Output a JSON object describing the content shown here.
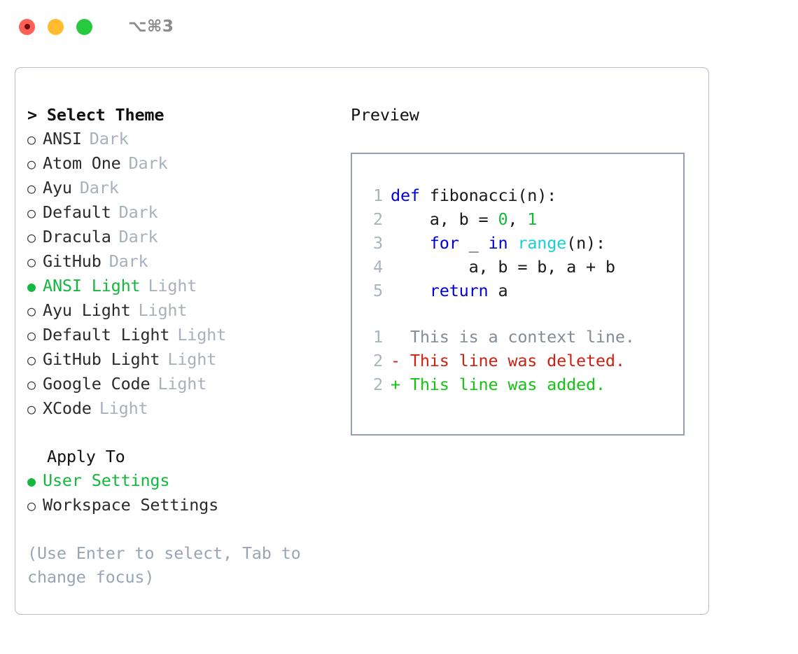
{
  "titlebar": {
    "shortcut": "⌥⌘3",
    "lights": [
      {
        "name": "close",
        "color": "#ff5f57"
      },
      {
        "name": "minimize",
        "color": "#febc2e"
      },
      {
        "name": "maximize",
        "color": "#27c93f"
      }
    ]
  },
  "theme_panel": {
    "heading_caret": "> ",
    "heading": "Select Theme",
    "items": [
      {
        "bullet": "○",
        "label": "ANSI",
        "suffix": "Dark",
        "selected": false
      },
      {
        "bullet": "○",
        "label": "Atom One",
        "suffix": "Dark",
        "selected": false
      },
      {
        "bullet": "○",
        "label": "Ayu",
        "suffix": "Dark",
        "selected": false
      },
      {
        "bullet": "○",
        "label": "Default",
        "suffix": "Dark",
        "selected": false
      },
      {
        "bullet": "○",
        "label": "Dracula",
        "suffix": "Dark",
        "selected": false
      },
      {
        "bullet": "○",
        "label": "GitHub",
        "suffix": "Dark",
        "selected": false
      },
      {
        "bullet": "●",
        "label": "ANSI Light",
        "suffix": "Light",
        "selected": true
      },
      {
        "bullet": "○",
        "label": "Ayu Light",
        "suffix": "Light",
        "selected": false
      },
      {
        "bullet": "○",
        "label": "Default Light",
        "suffix": "Light",
        "selected": false
      },
      {
        "bullet": "○",
        "label": "GitHub Light",
        "suffix": "Light",
        "selected": false
      },
      {
        "bullet": "○",
        "label": "Google Code",
        "suffix": "Light",
        "selected": false
      },
      {
        "bullet": "○",
        "label": "XCode",
        "suffix": "Light",
        "selected": false
      }
    ]
  },
  "apply_to": {
    "heading": "Apply To",
    "items": [
      {
        "bullet": "●",
        "label": "User Settings",
        "selected": true
      },
      {
        "bullet": "○",
        "label": "Workspace Settings",
        "selected": false
      }
    ]
  },
  "hint": "(Use Enter to select, Tab to change focus)",
  "preview": {
    "title": "Preview",
    "code_lines": [
      {
        "no": "1",
        "tokens": [
          {
            "t": "def",
            "c": "kw"
          },
          {
            "t": " fibonacci(n):",
            "c": "plain"
          }
        ]
      },
      {
        "no": "2",
        "tokens": [
          {
            "t": "    a, b = ",
            "c": "plain"
          },
          {
            "t": "0",
            "c": "num"
          },
          {
            "t": ", ",
            "c": "plain"
          },
          {
            "t": "1",
            "c": "num"
          }
        ]
      },
      {
        "no": "3",
        "tokens": [
          {
            "t": "    ",
            "c": "plain"
          },
          {
            "t": "for",
            "c": "kw"
          },
          {
            "t": " _ ",
            "c": "plain"
          },
          {
            "t": "in",
            "c": "kw"
          },
          {
            "t": " ",
            "c": "plain"
          },
          {
            "t": "range",
            "c": "fn"
          },
          {
            "t": "(n):",
            "c": "plain"
          }
        ]
      },
      {
        "no": "4",
        "tokens": [
          {
            "t": "        a, b = b, a + b",
            "c": "plain"
          }
        ]
      },
      {
        "no": "5",
        "tokens": [
          {
            "t": "    ",
            "c": "plain"
          },
          {
            "t": "return",
            "c": "kw"
          },
          {
            "t": " a",
            "c": "plain"
          }
        ]
      }
    ],
    "diff_lines": [
      {
        "no": "1",
        "marker": "  ",
        "text": "This is a context line.",
        "kind": "ctx"
      },
      {
        "no": "2",
        "marker": "- ",
        "text": "This line was deleted.",
        "kind": "del"
      },
      {
        "no": "2",
        "marker": "+ ",
        "text": "This line was added.",
        "kind": "add"
      }
    ]
  },
  "colors": {
    "accent_green": "#14b83c",
    "keyword_blue": "#0000dd",
    "function_cyan": "#16d0d8",
    "number_green": "#14b83c",
    "diff_delete_red": "#cc2211",
    "diff_add_green": "#14c413",
    "muted_gray": "#a7b0bb",
    "hint_gray": "#9aa5b4",
    "border_gray": "#b6bec9",
    "preview_border": "#93a0b0"
  }
}
